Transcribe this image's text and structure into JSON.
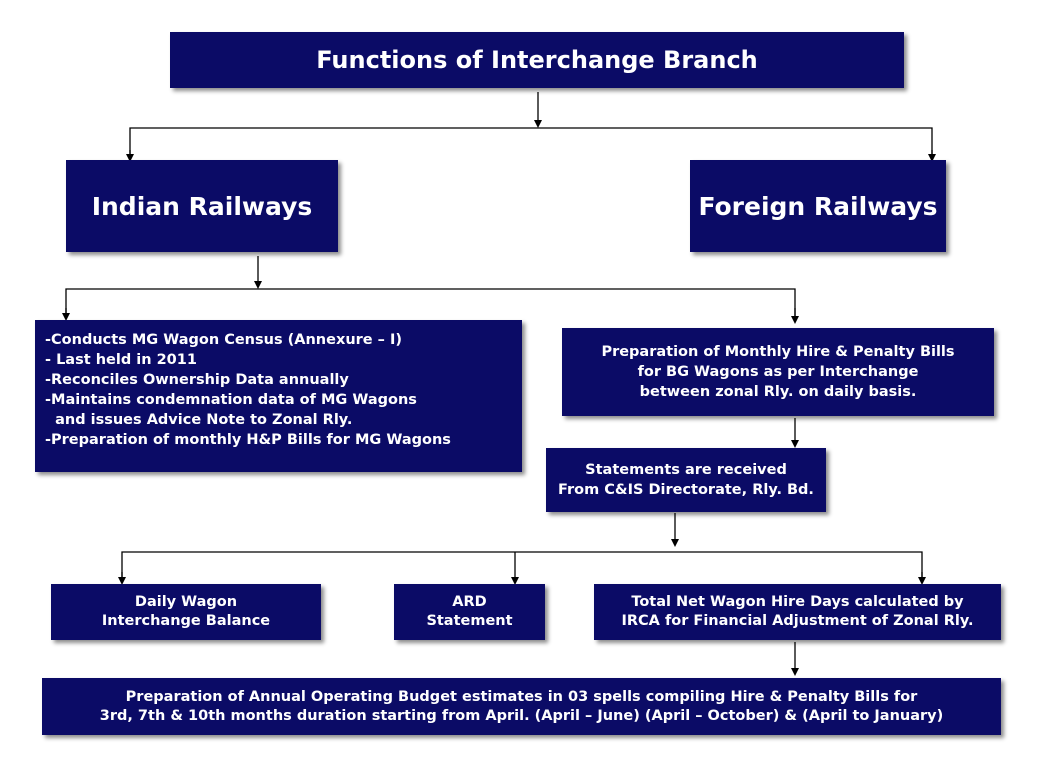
{
  "title": "Functions of Interchange Branch",
  "indian": "Indian Railways",
  "foreign": "Foreign Railways",
  "mg_list": [
    "-Conducts MG Wagon Census (Annexure – I)",
    "- Last held in 2011",
    "-Reconciles Ownership Data annually",
    "-Maintains condemnation data of MG Wagons",
    "  and issues Advice Note to Zonal Rly.",
    "-Preparation of monthly H&P Bills for MG Wagons"
  ],
  "hp_bills": [
    "Preparation of Monthly Hire & Penalty Bills",
    "for BG Wagons as per Interchange",
    "between zonal Rly. on daily basis."
  ],
  "statements": [
    "Statements are received",
    "From C&IS Directorate, Rly. Bd."
  ],
  "daily_wagon": [
    "Daily Wagon",
    "Interchange Balance"
  ],
  "ard": [
    "ARD",
    "Statement"
  ],
  "net_hire": [
    "Total Net Wagon Hire Days calculated by",
    "IRCA for Financial Adjustment of Zonal Rly."
  ],
  "budget": [
    "Preparation of Annual Operating Budget estimates in 03 spells compiling Hire & Penalty Bills for",
    "3rd, 7th & 10th months duration starting from April. (April – June) (April – October) & (April to January)"
  ]
}
